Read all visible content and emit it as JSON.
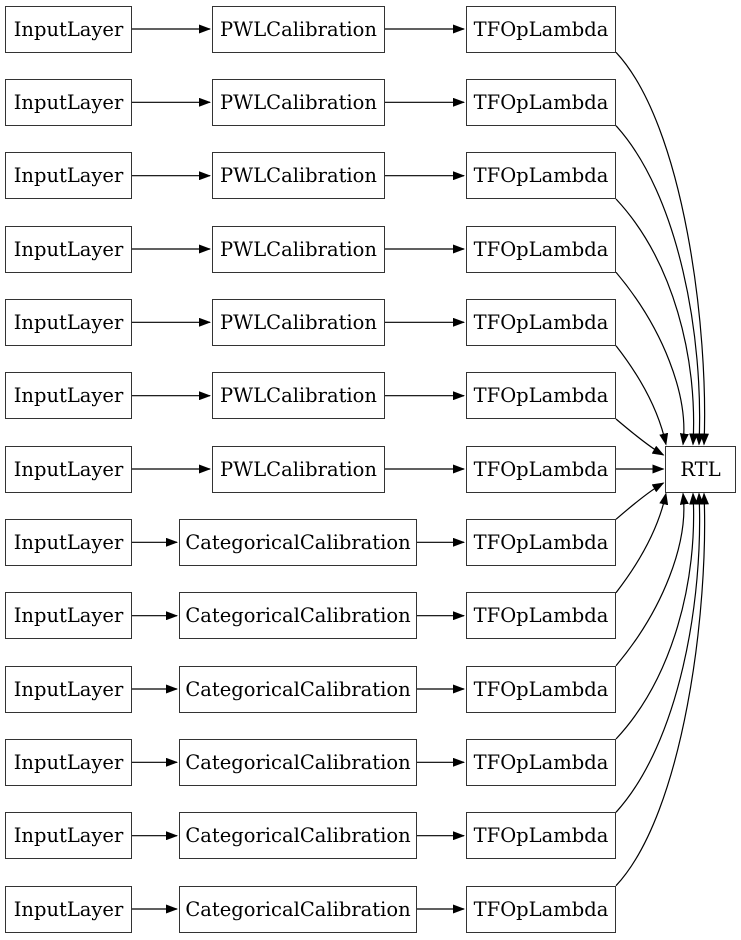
{
  "diagram": {
    "background_color": "#ffffff",
    "node_border_color": "#333333",
    "edge_color": "#000000",
    "output_node": {
      "label": "RTL"
    },
    "rows": [
      {
        "input": "InputLayer",
        "calibration": "PWLCalibration",
        "op": "TFOpLambda"
      },
      {
        "input": "InputLayer",
        "calibration": "PWLCalibration",
        "op": "TFOpLambda"
      },
      {
        "input": "InputLayer",
        "calibration": "PWLCalibration",
        "op": "TFOpLambda"
      },
      {
        "input": "InputLayer",
        "calibration": "PWLCalibration",
        "op": "TFOpLambda"
      },
      {
        "input": "InputLayer",
        "calibration": "PWLCalibration",
        "op": "TFOpLambda"
      },
      {
        "input": "InputLayer",
        "calibration": "PWLCalibration",
        "op": "TFOpLambda"
      },
      {
        "input": "InputLayer",
        "calibration": "PWLCalibration",
        "op": "TFOpLambda"
      },
      {
        "input": "InputLayer",
        "calibration": "CategoricalCalibration",
        "op": "TFOpLambda"
      },
      {
        "input": "InputLayer",
        "calibration": "CategoricalCalibration",
        "op": "TFOpLambda"
      },
      {
        "input": "InputLayer",
        "calibration": "CategoricalCalibration",
        "op": "TFOpLambda"
      },
      {
        "input": "InputLayer",
        "calibration": "CategoricalCalibration",
        "op": "TFOpLambda"
      },
      {
        "input": "InputLayer",
        "calibration": "CategoricalCalibration",
        "op": "TFOpLambda"
      },
      {
        "input": "InputLayer",
        "calibration": "CategoricalCalibration",
        "op": "TFOpLambda"
      }
    ]
  }
}
